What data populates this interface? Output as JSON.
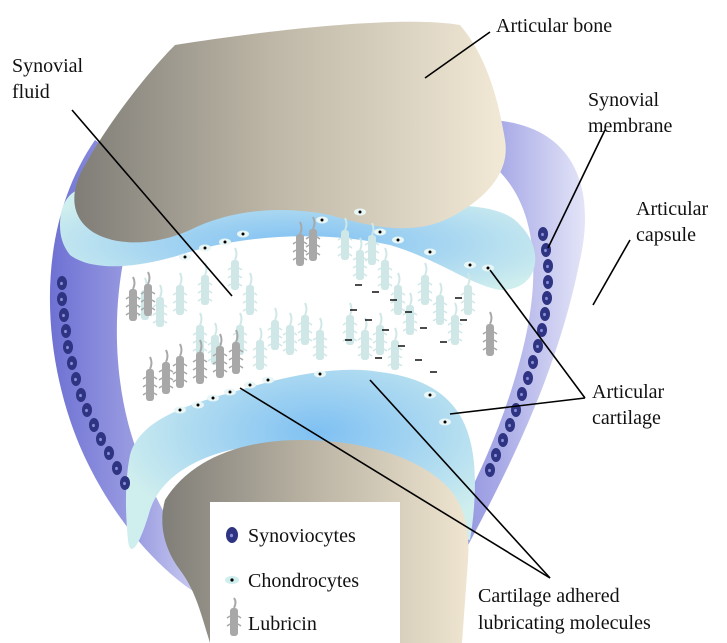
{
  "labels": {
    "articular_bone": "Articular bone",
    "synovial_fluid": [
      "Synovial",
      "fluid"
    ],
    "synovial_membrane": [
      "Synovial",
      "membrane"
    ],
    "articular_capsule": [
      "Articular",
      "capsule"
    ],
    "articular_cartilage": [
      "Articular",
      "cartilage"
    ],
    "cartilage_adhered": [
      "Cartilage adhered",
      "lubricating molecules"
    ]
  },
  "legend": {
    "items": [
      {
        "label": "Synoviocytes",
        "icon": "synoviocyte-icon"
      },
      {
        "label": "Chondrocytes",
        "icon": "chondrocyte-icon"
      },
      {
        "label": "Lubricin",
        "icon": "lubricin-icon"
      }
    ]
  },
  "colors": {
    "capsule": "#7c7fd8",
    "capsule_light": "#d6d7f3",
    "cartilage": "#cbeaec",
    "cartilage_blue": "#8fc7f0",
    "bone_dark": "#8e8c85",
    "bone_light": "#efe6d2",
    "synoviocyte": "#2f3482",
    "lubricin": "#a8a8a8",
    "lubricating": "#cfe7e6"
  }
}
